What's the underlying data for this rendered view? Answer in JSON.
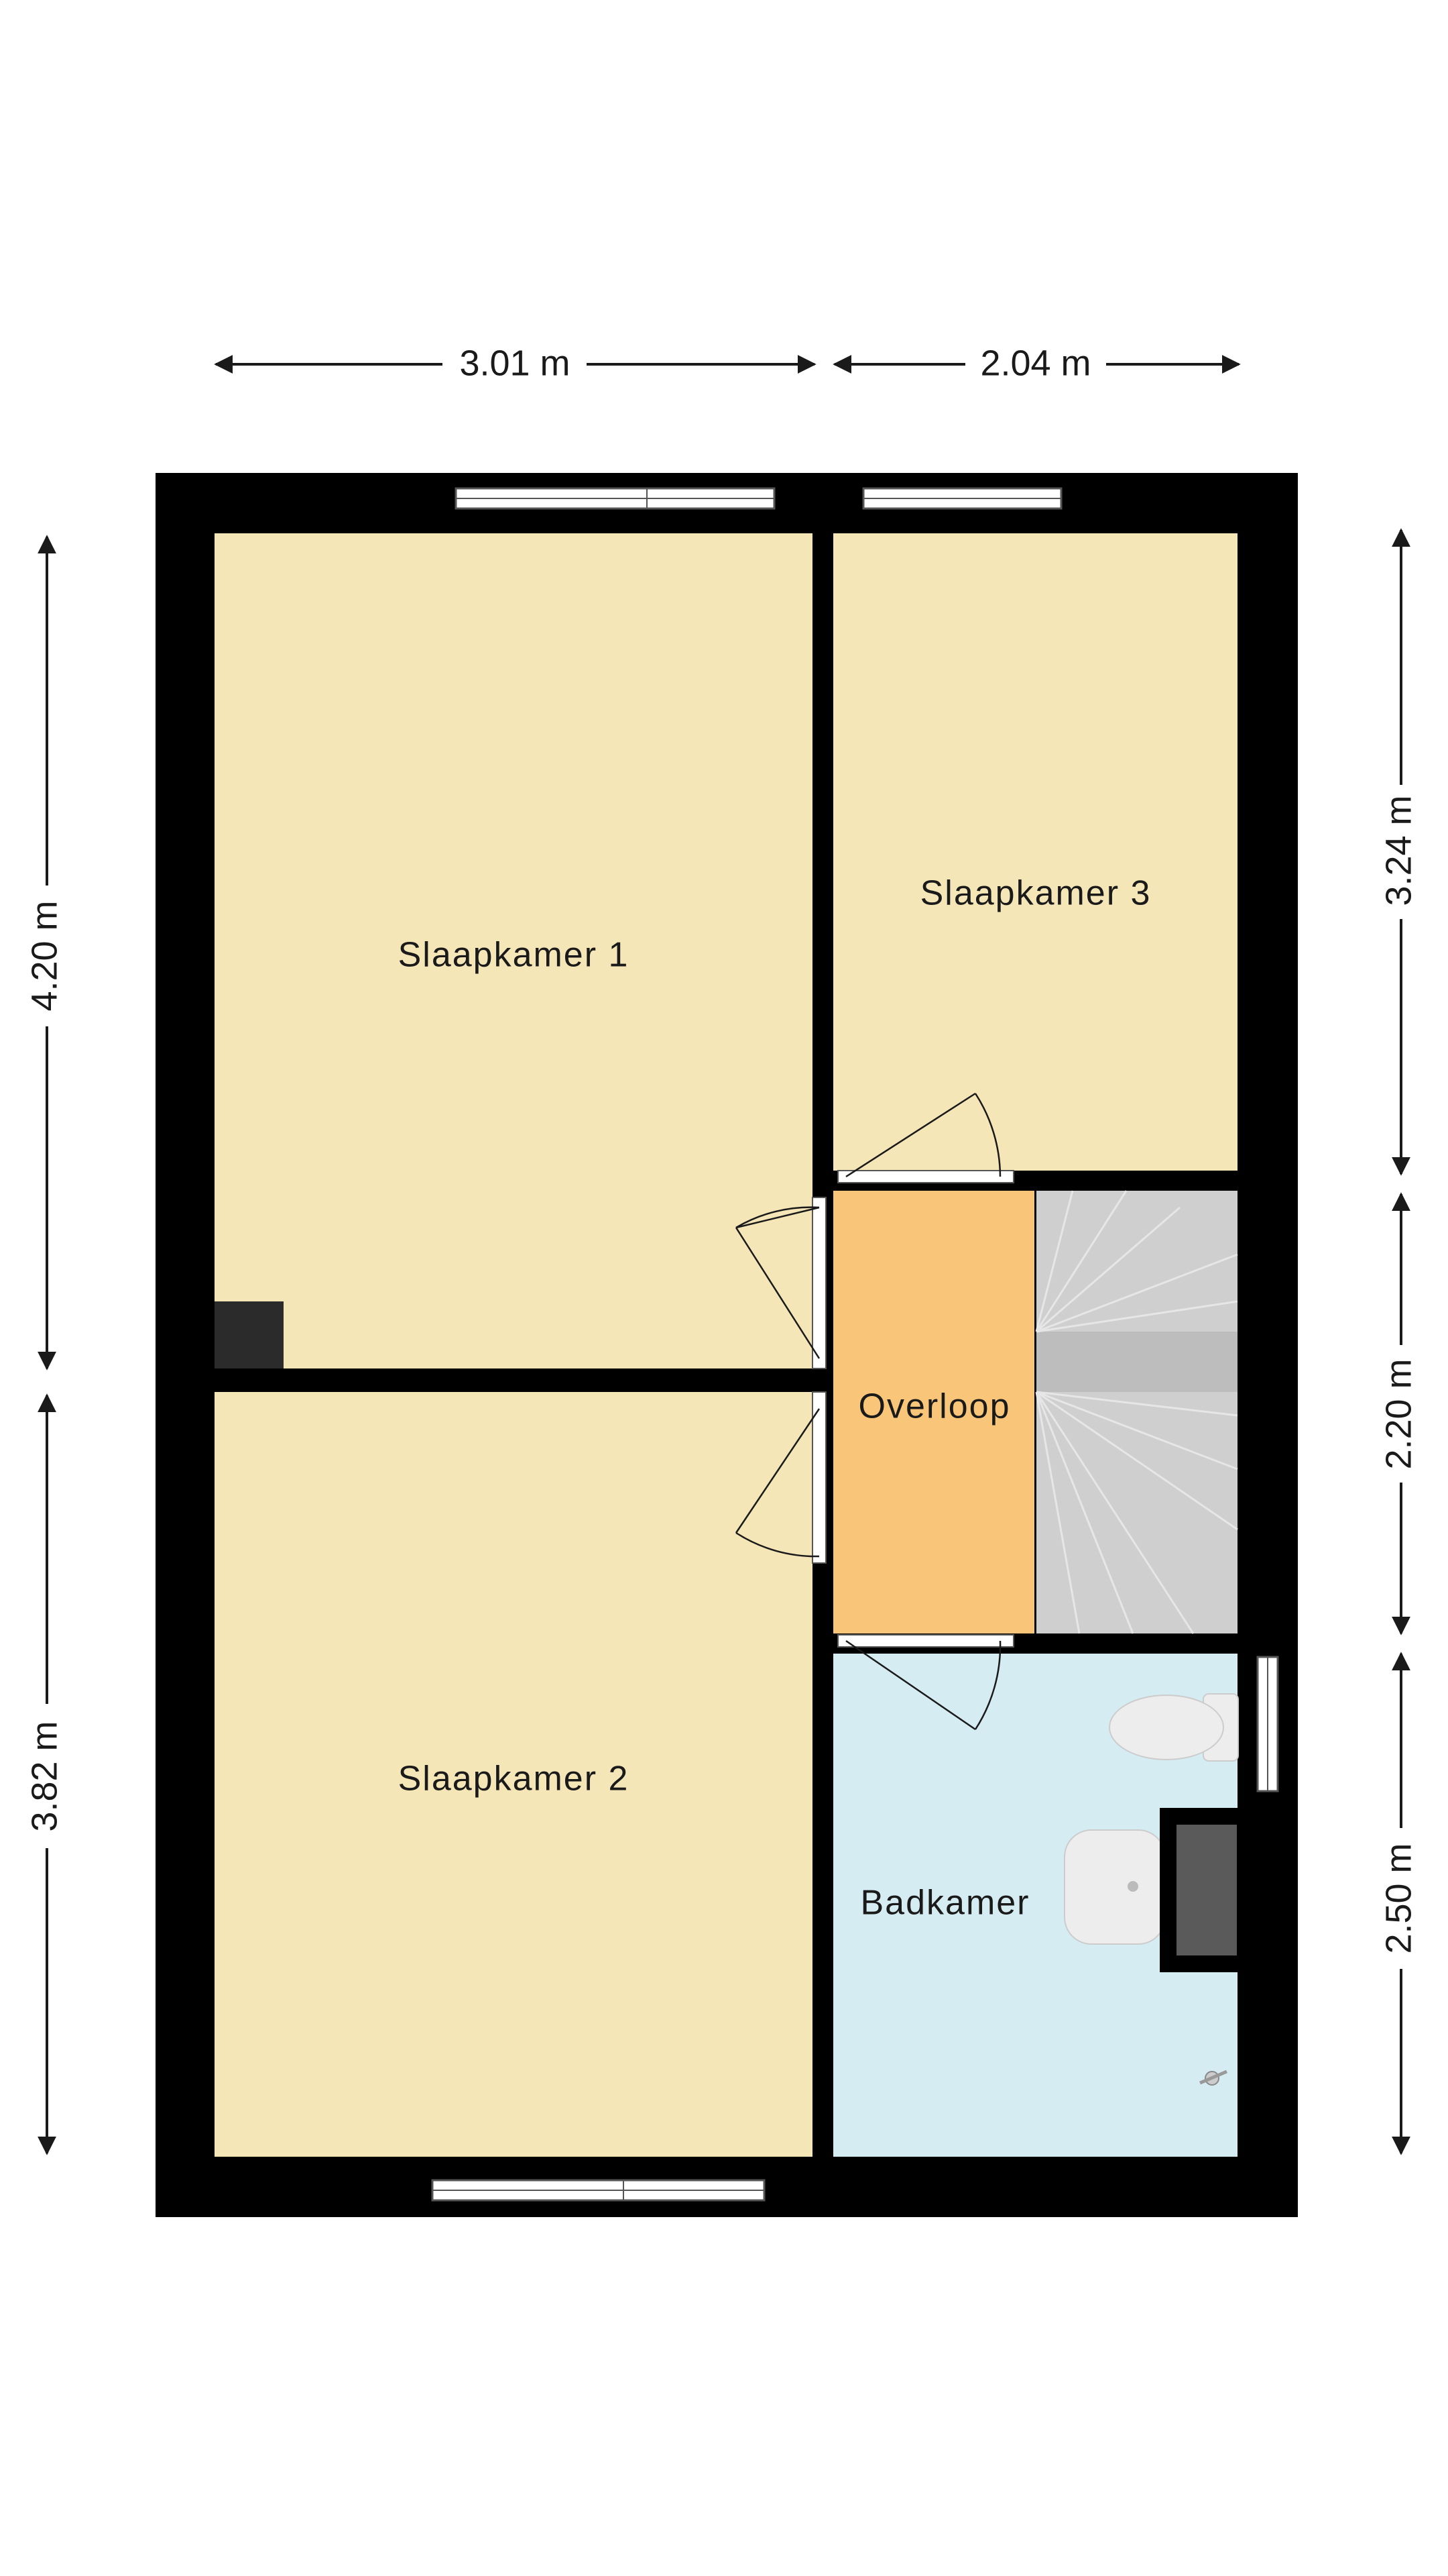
{
  "colors": {
    "wall": "#000000",
    "bedroom": "#f5e6b8",
    "landing": "#f9c679",
    "bathroom": "#d6ecf3",
    "stairs": "#cfcfcf",
    "chimney": "#2b2b2b",
    "sanitary": "#ededed"
  },
  "rooms": {
    "bedroom1": "Slaapkamer 1",
    "bedroom2": "Slaapkamer 2",
    "bedroom3": "Slaapkamer 3",
    "landing": "Overloop",
    "bathroom": "Badkamer"
  },
  "dimensions": {
    "top_left": "3.01 m",
    "top_right": "2.04 m",
    "left_upper": "4.20 m",
    "left_lower": "3.82 m",
    "right_upper": "3.24 m",
    "right_middle": "2.20 m",
    "right_lower": "2.50 m"
  }
}
